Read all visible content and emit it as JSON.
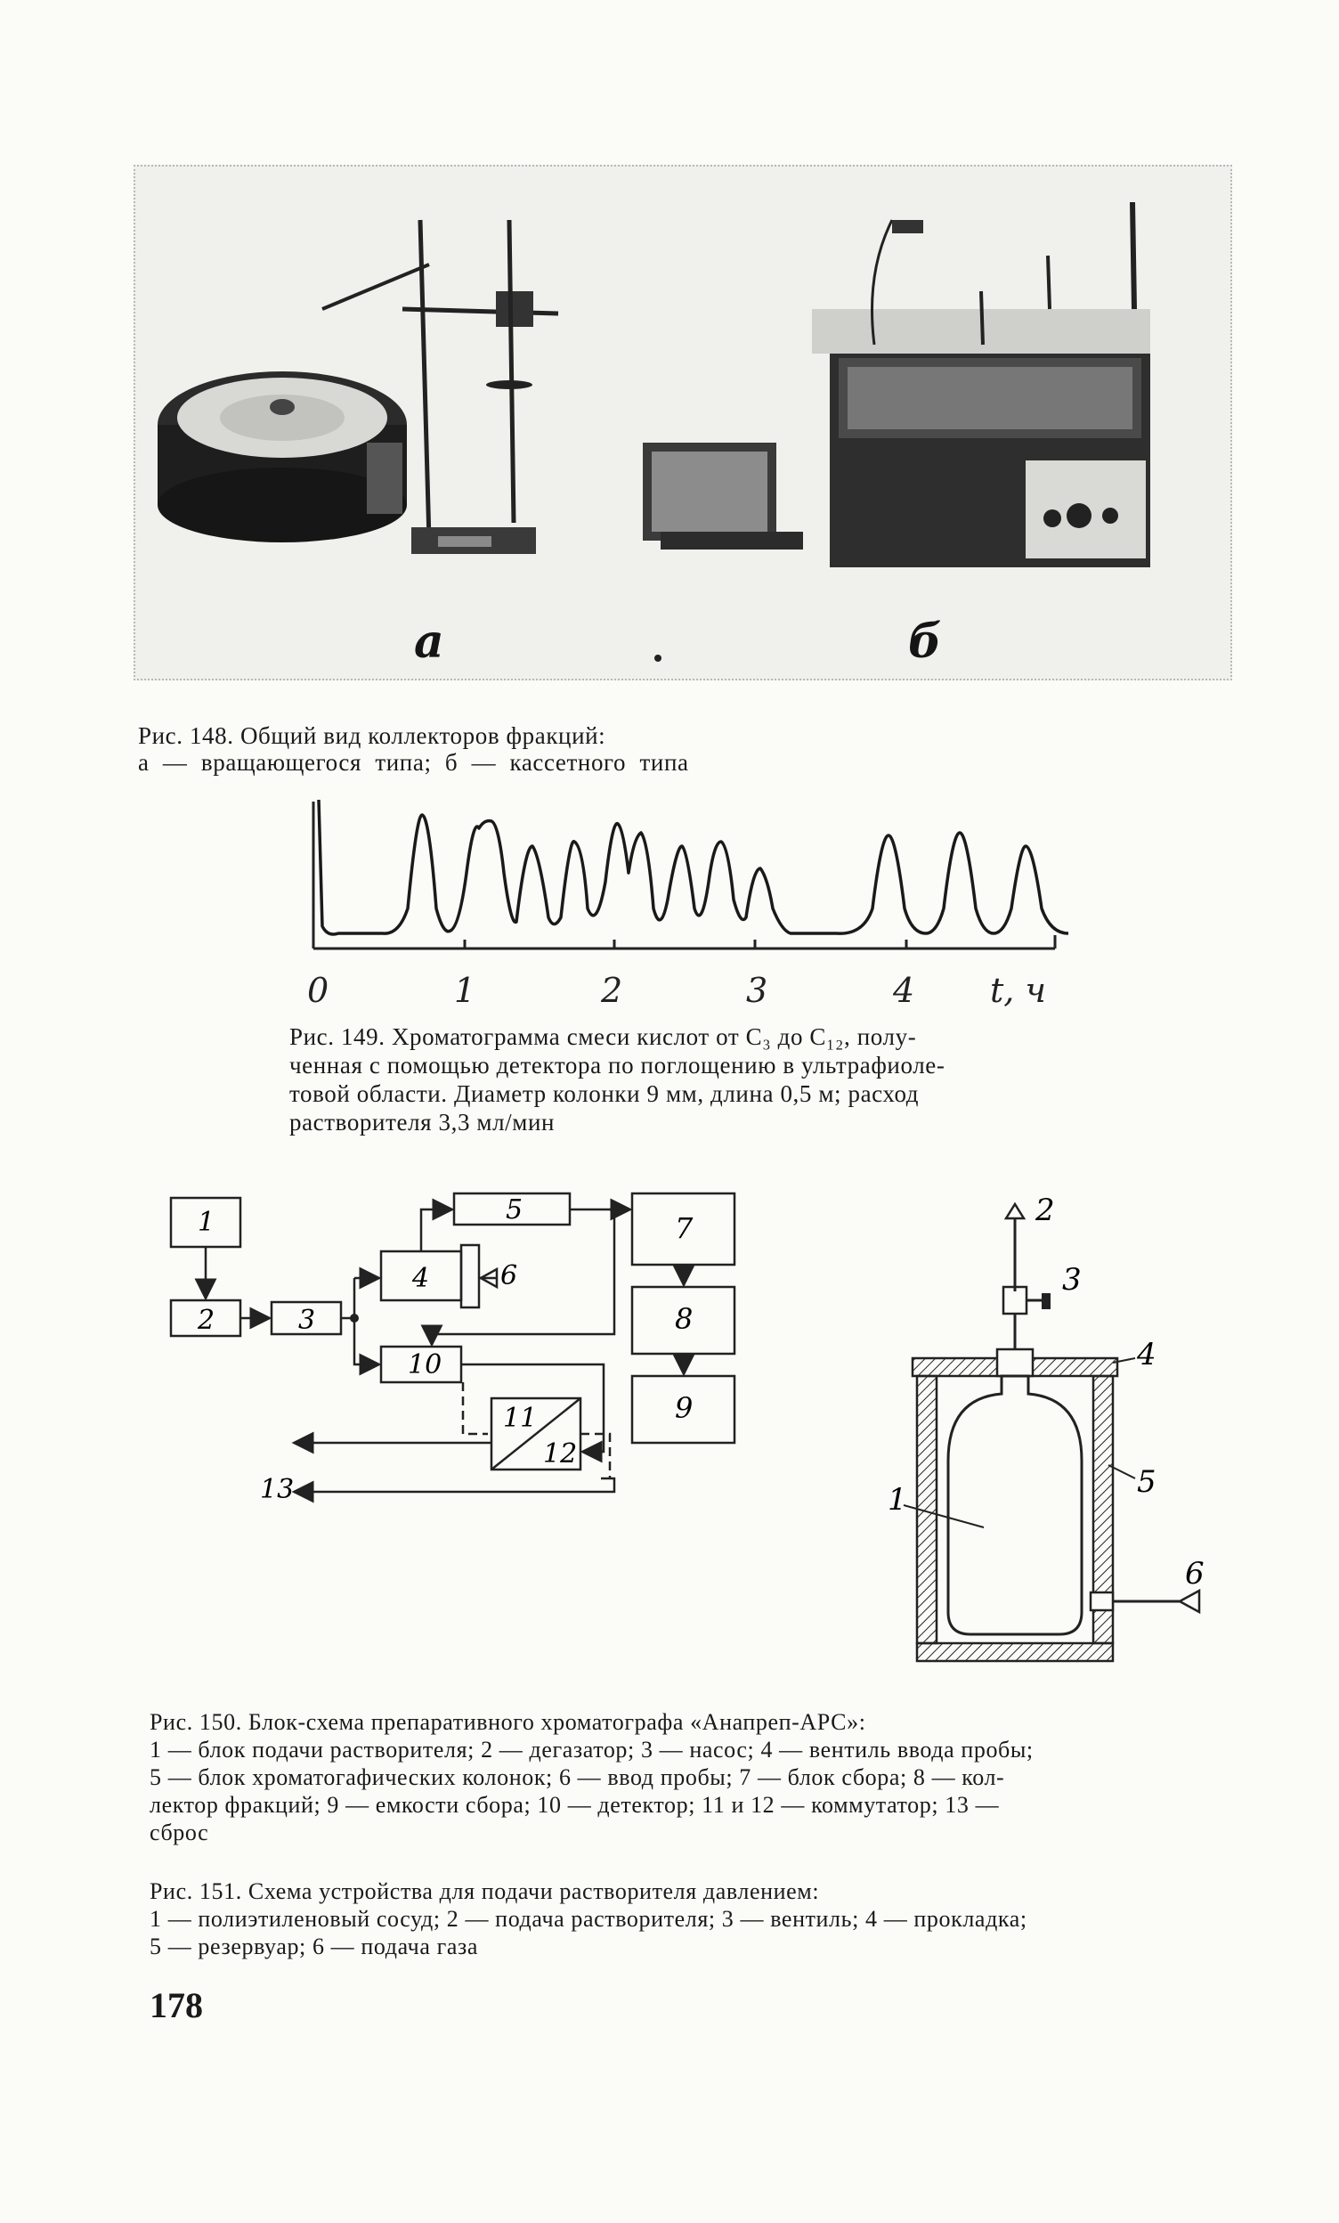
{
  "fig148": {
    "label_a": "а",
    "label_b": "б",
    "caption_title": "Рис. 148. Общий вид коллекторов фракций:",
    "caption_body": "а — вращающегося типа; б — кассетного типа"
  },
  "fig149": {
    "ticks": [
      "0",
      "1",
      "2",
      "3",
      "4"
    ],
    "axis_unit": "t, ч",
    "caption_1": "Рис. 149. Хроматограмма смеси кислот от C₃ до C₁₂, полу-",
    "caption_2": "ченная с помощью детектора по поглощению в ультрафиоле-",
    "caption_3": "товой области. Диаметр колонки 9 мм, длина 0,5 м; расход",
    "caption_4": "растворителя 3,3 мл/мин"
  },
  "fig150": {
    "blocks": {
      "b1": "1",
      "b2": "2",
      "b3": "3",
      "b4": "4",
      "b5": "5",
      "b6": "6",
      "b7": "7",
      "b8": "8",
      "b9": "9",
      "b10": "10",
      "b11": "11",
      "b12": "12",
      "b13": "13"
    },
    "caption_1": "Рис. 150. Блок-схема препаративного хроматографа «Анапреп-АРС»:",
    "caption_2": "1 — блок подачи растворителя; 2 — дегазатор; 3 — насос; 4 — вентиль ввода пробы;",
    "caption_3": "5 — блок хроматогафических колонок; 6 — ввод пробы; 7 — блок сбора; 8 — кол-",
    "caption_4": "лектор фракций; 9 — емкости сбора; 10 — детектор; 11 и 12 — коммутатор; 13 —",
    "caption_5": "сброс"
  },
  "fig151": {
    "labels": {
      "l1": "1",
      "l2": "2",
      "l3": "3",
      "l4": "4",
      "l5": "5",
      "l6": "6"
    },
    "caption_1": "Рис. 151. Схема устройства для подачи растворителя давлением:",
    "caption_2": "1 — полиэтиленовый сосуд; 2 — подача растворителя; 3 — вентиль; 4 — прокладка;",
    "caption_3": "5 — резервуар; 6 — подача газа"
  },
  "page_number": "178"
}
